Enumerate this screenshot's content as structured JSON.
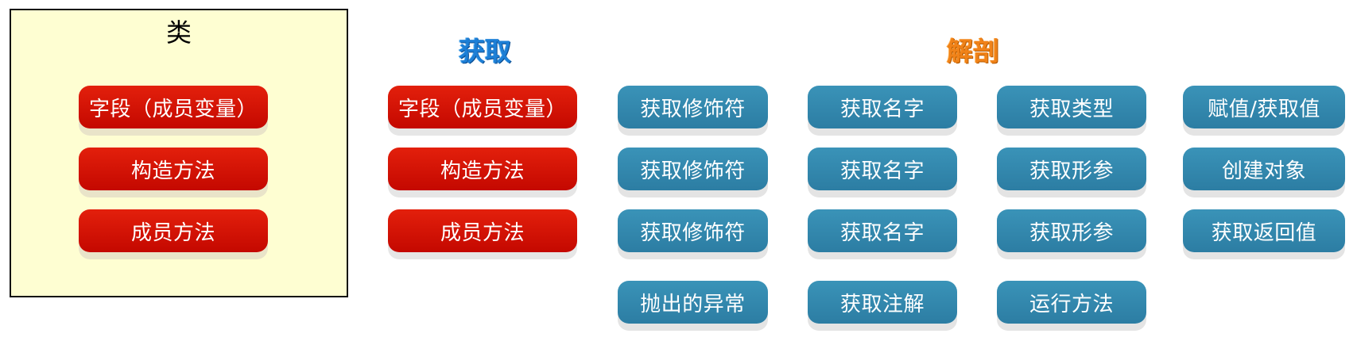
{
  "class_panel": {
    "title": "类",
    "items": [
      "字段（成员变量）",
      "构造方法",
      "成员方法"
    ]
  },
  "fetch": {
    "heading": "获取",
    "items": [
      "字段（成员变量）",
      "构造方法",
      "成员方法"
    ]
  },
  "dissect": {
    "heading": "解剖",
    "columns": [
      [
        "获取修饰符",
        "获取修饰符",
        "获取修饰符",
        "抛出的异常"
      ],
      [
        "获取名字",
        "获取名字",
        "获取名字",
        "获取注解"
      ],
      [
        "获取类型",
        "获取形参",
        "获取形参",
        "运行方法"
      ],
      [
        "赋值/获取值",
        "创建对象",
        "获取返回值"
      ]
    ]
  },
  "colors": {
    "class_box_bg": "#fefed2",
    "red_pill": "#d61005",
    "blue_pill": "#3188b0",
    "heading_blue": "#1d7fd6",
    "heading_orange": "#f08218"
  }
}
